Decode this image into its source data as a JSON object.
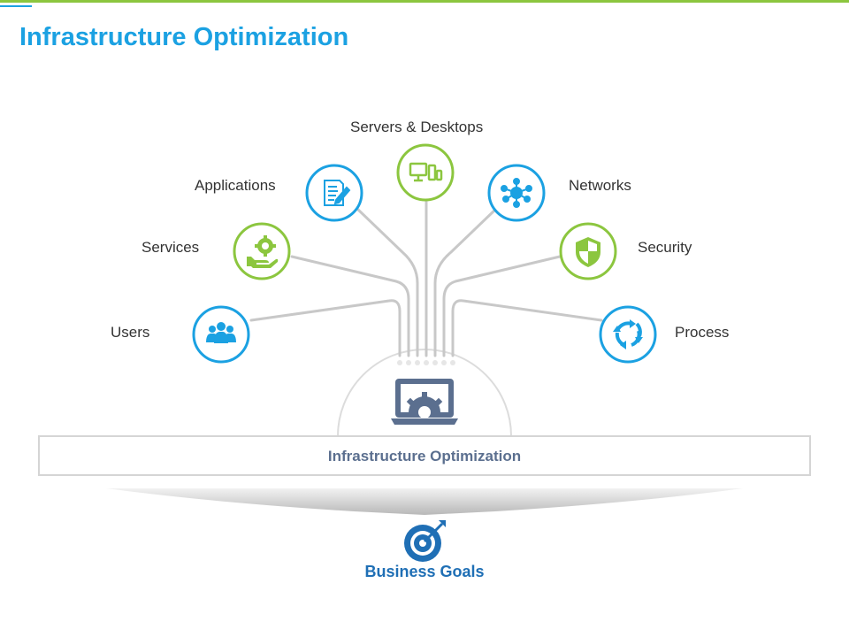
{
  "page": {
    "title": "Infrastructure Optimization"
  },
  "nodes": [
    {
      "label": "Users",
      "icon": "users-icon",
      "color": "#1ba1e2"
    },
    {
      "label": "Services",
      "icon": "hand-gear-icon",
      "color": "#8cc63f"
    },
    {
      "label": "Applications",
      "icon": "document-edit-icon",
      "color": "#1ba1e2"
    },
    {
      "label": "Servers & Desktops",
      "icon": "devices-icon",
      "color": "#8cc63f"
    },
    {
      "label": "Networks",
      "icon": "network-hub-icon",
      "color": "#1ba1e2"
    },
    {
      "label": "Security",
      "icon": "shield-icon",
      "color": "#8cc63f"
    },
    {
      "label": "Process",
      "icon": "cycle-arrows-icon",
      "color": "#1ba1e2"
    }
  ],
  "hub": {
    "label": "Infrastructure Optimization",
    "icon": "laptop-gear-icon",
    "color": "#5b6f8f"
  },
  "goal": {
    "label": "Business Goals",
    "icon": "target-arrow-icon",
    "color": "#1f6fb5"
  },
  "colors": {
    "blue": "#1ba1e2",
    "green": "#8cc63f",
    "connector": "#c8c8c8"
  }
}
